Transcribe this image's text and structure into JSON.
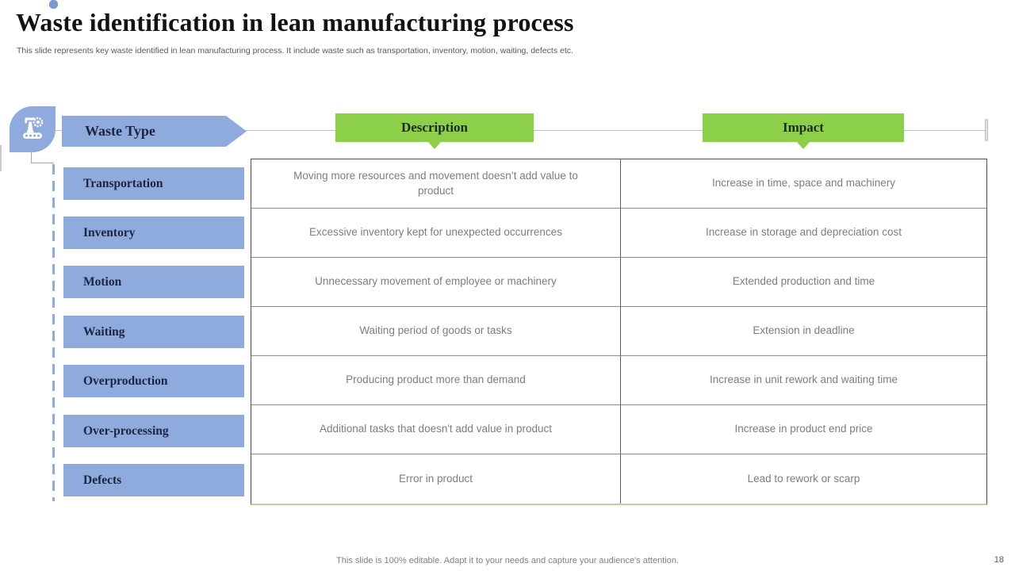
{
  "slide": {
    "title": "Waste identification in lean manufacturing process",
    "subtitle": "This slide represents key waste identified in lean manufacturing process. It include waste such as transportation, inventory,  motion, waiting, defects etc."
  },
  "diagram": {
    "icon": "robotic-arm-icon",
    "waste_type_header": "Waste Type",
    "columns": {
      "description": "Description",
      "impact": "Impact"
    },
    "colors": {
      "blue": "#8FAADC",
      "green": "#8CD04A",
      "label_text": "#1C2540",
      "cell_text": "#7D7D7D",
      "table_bottom_green": "#B5D69B"
    },
    "rows": [
      {
        "type": "Transportation",
        "description": "Moving  more resources and movement doesn’t add value  to product",
        "impact": "Increase in time, space and machinery"
      },
      {
        "type": "Inventory",
        "description": "Excessive inventory  kept for unexpected  occurrences",
        "impact": "Increase in storage and depreciation  cost"
      },
      {
        "type": "Motion",
        "description": "Unnecessary movement of employee  or machinery",
        "impact": "Extended  production and time"
      },
      {
        "type": "Waiting",
        "description": "Waiting  period  of goods or tasks",
        "impact": "Extension  in deadline"
      },
      {
        "type": "Overproduction",
        "description": "Producing product more than  demand",
        "impact": "Increase in unit rework and waiting  time"
      },
      {
        "type": "Over-processing",
        "description": "Additional  tasks that doesn't add  value  in product",
        "impact": "Increase in product end price"
      },
      {
        "type": "Defects",
        "description": "Error in product",
        "impact": "Lead to rework or scarp"
      }
    ]
  },
  "footer": {
    "note": "This slide is 100% editable. Adapt it to your needs and capture your audience's attention.",
    "page_number": "18"
  }
}
